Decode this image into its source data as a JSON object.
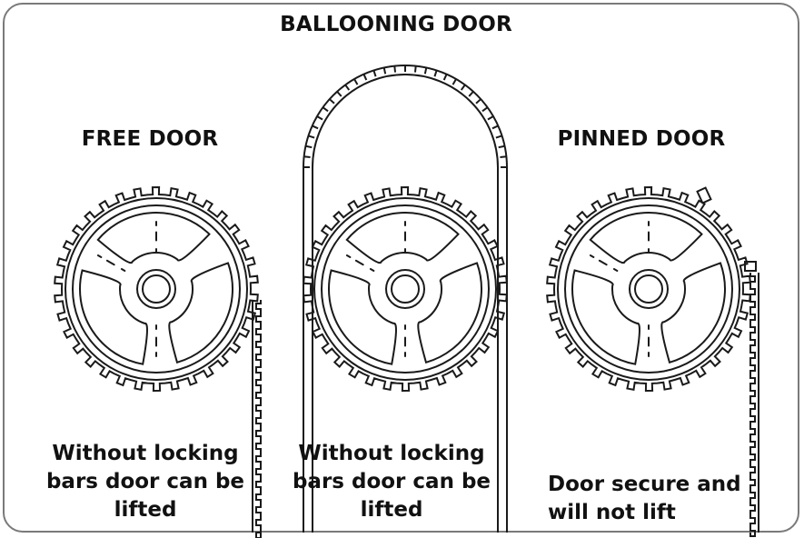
{
  "diagram": {
    "title": "BALLOONING DOOR",
    "panels": [
      {
        "id": "free",
        "label": "FREE DOOR",
        "caption": [
          "Without locking",
          "bars door can be",
          "lifted"
        ]
      },
      {
        "id": "ballooning",
        "label": "",
        "caption": [
          "Without locking",
          "bars door can be",
          "lifted"
        ]
      },
      {
        "id": "pinned",
        "label": "PINNED DOOR",
        "caption": [
          "Door secure and",
          "will not lift"
        ]
      }
    ],
    "colors": {
      "line": "#1a1a1a",
      "frame": "#7a7a7a",
      "background": "#ffffff"
    }
  }
}
